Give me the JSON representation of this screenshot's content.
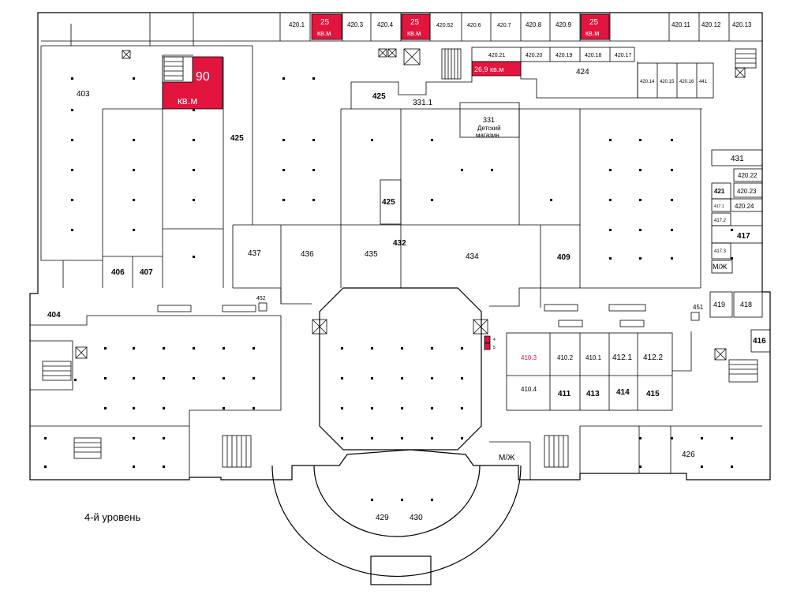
{
  "level_title": "4-й уровень",
  "colors": {
    "highlight": "#e3143e",
    "lines": "#000000",
    "background": "#ffffff"
  },
  "rooms": {
    "r420_1": "420.1",
    "r25_a": "25",
    "kvm_a": "кв.м",
    "r420_3": "420.3",
    "r420_4": "420.4",
    "r25_b": "25",
    "kvm_b": "кв.м",
    "r420_52": "420.52",
    "r420_6": "420.6",
    "r420_7": "420.7",
    "r420_8": "420.8",
    "r420_9": "420.9",
    "r25_c": "25",
    "kvm_c": "кв.м",
    "r420_11": "420.11",
    "r420_12": "420.12",
    "r420_13": "420.13",
    "r420_21": "420.21",
    "r26_9": "26,9 кв.м",
    "r420_20": "420.20",
    "r420_19": "420.19",
    "r420_18": "420.18",
    "r420_17": "420.17",
    "r424": "424",
    "r420_14": "420.14",
    "r420_15": "420.15",
    "r420_16": "420.16",
    "r441": "441",
    "r403": "403",
    "r90": "90",
    "kvm_90": "кв.м",
    "r425_a": "425",
    "r425_b": "425",
    "r425_c": "425",
    "r331_1": "331.1",
    "r331": "331",
    "r331_desc1": "Детский",
    "r331_desc2": "магазин",
    "r431": "431",
    "r420_22": "420.22",
    "r421": "421",
    "r420_23": "420.23",
    "r417_1": "417.1",
    "r420_24": "420.24",
    "r417_2": "417.2",
    "r417": "417",
    "r417_3": "417.3",
    "r432": "432",
    "r437": "437",
    "r436": "436",
    "r435": "435",
    "r434": "434",
    "r409": "409",
    "r406": "406",
    "r407": "407",
    "r404": "404",
    "r452": "452",
    "r451": "451",
    "mzh_a": "М/Ж",
    "r419": "419",
    "r418": "418",
    "r416": "416",
    "r4": "4",
    "r5": "5",
    "r410_3": "410.3",
    "r410_2": "410.2",
    "r410_1": "410.1",
    "r412_1": "412.1",
    "r412_2": "412.2",
    "r410_4": "410.4",
    "r411": "411",
    "r413": "413",
    "r414": "414",
    "r415": "415",
    "r426": "426",
    "mzh_b": "М/Ж",
    "r429": "429",
    "r430": "430"
  }
}
